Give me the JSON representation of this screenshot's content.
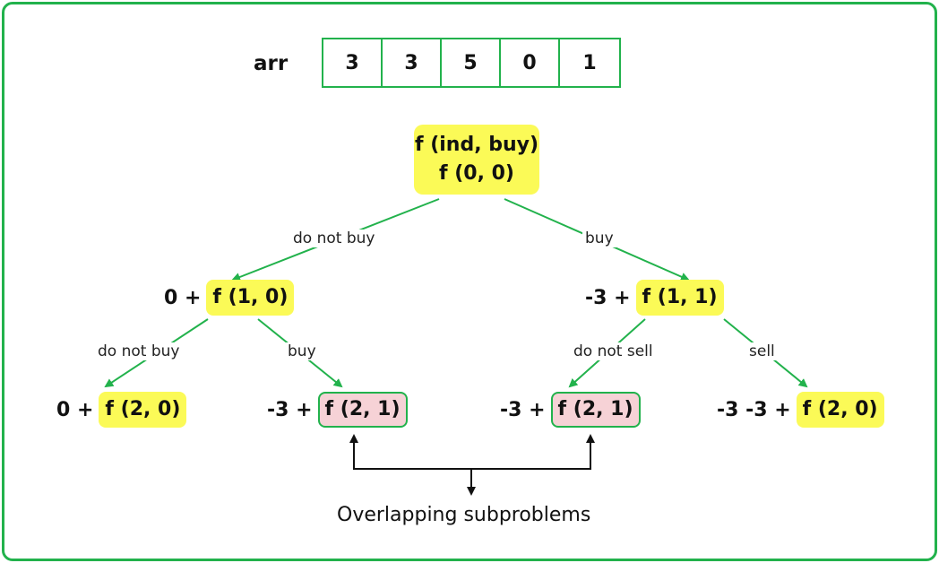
{
  "array": {
    "label": "arr",
    "values": [
      "3",
      "3",
      "5",
      "0",
      "1"
    ]
  },
  "root": {
    "line1": "f (ind, buy)",
    "line2": "f (0, 0)"
  },
  "level1": {
    "left": {
      "prefix": "0 +",
      "call": "f (1, 0)"
    },
    "right": {
      "prefix": "-3 +",
      "call": "f (1, 1)"
    }
  },
  "level2": {
    "n1": {
      "prefix": "0 +",
      "call": "f (2, 0)"
    },
    "n2": {
      "prefix": "-3 +",
      "call": "f (2, 1)"
    },
    "n3": {
      "prefix": "-3 +",
      "call": "f (2, 1)"
    },
    "n4": {
      "prefix": "-3 -3 +",
      "call": "f (2, 0)"
    }
  },
  "edges": {
    "root_left": "do not buy",
    "root_right": "buy",
    "l_left": "do not buy",
    "l_right": "buy",
    "r_left": "do not sell",
    "r_right": "sell"
  },
  "caption": "Overlapping subproblems",
  "colors": {
    "accent": "#22b24c",
    "highlight": "#fbfa57",
    "overlap": "#f6d2d6"
  }
}
